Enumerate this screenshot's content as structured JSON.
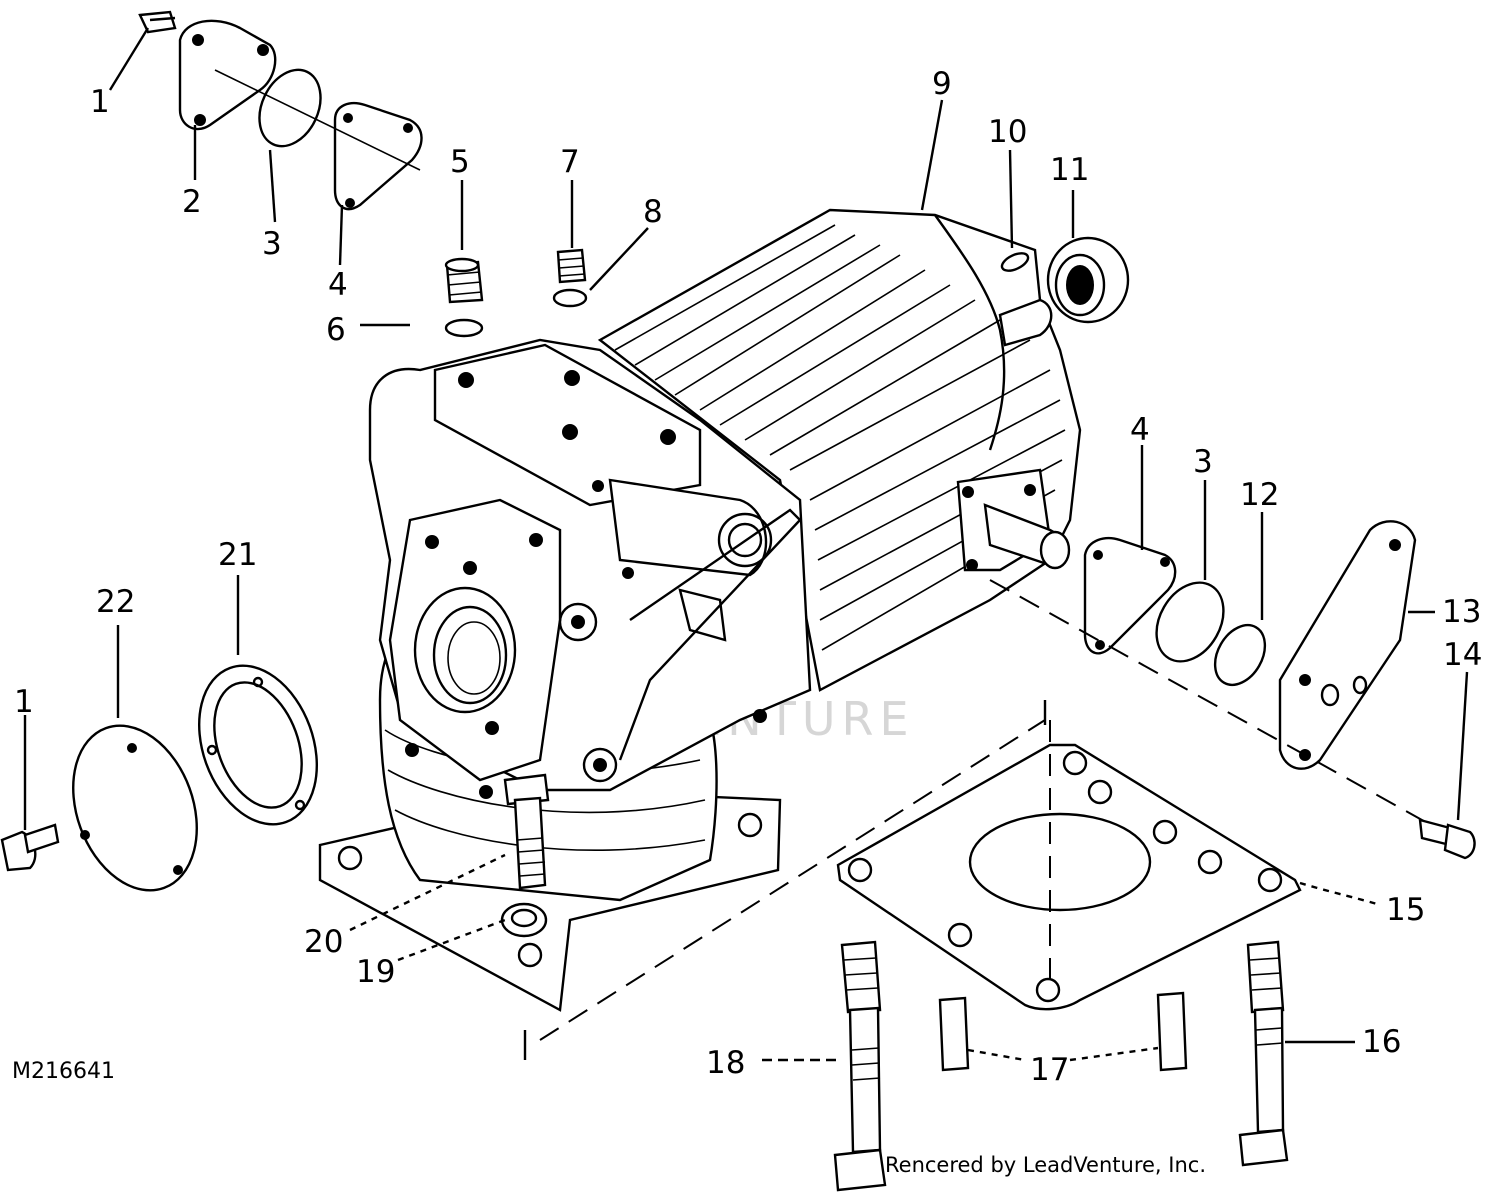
{
  "diagram": {
    "drawing_code": "M216641",
    "credit": "Rencered by LeadVenture, Inc.",
    "watermark": "LEADVENTURE",
    "callouts": [
      "1",
      "2",
      "3",
      "4",
      "5",
      "6",
      "7",
      "8",
      "9",
      "10",
      "11",
      "4",
      "3",
      "12",
      "13",
      "14",
      "22",
      "21",
      "1",
      "15",
      "20",
      "19",
      "18",
      "17",
      "16"
    ]
  }
}
